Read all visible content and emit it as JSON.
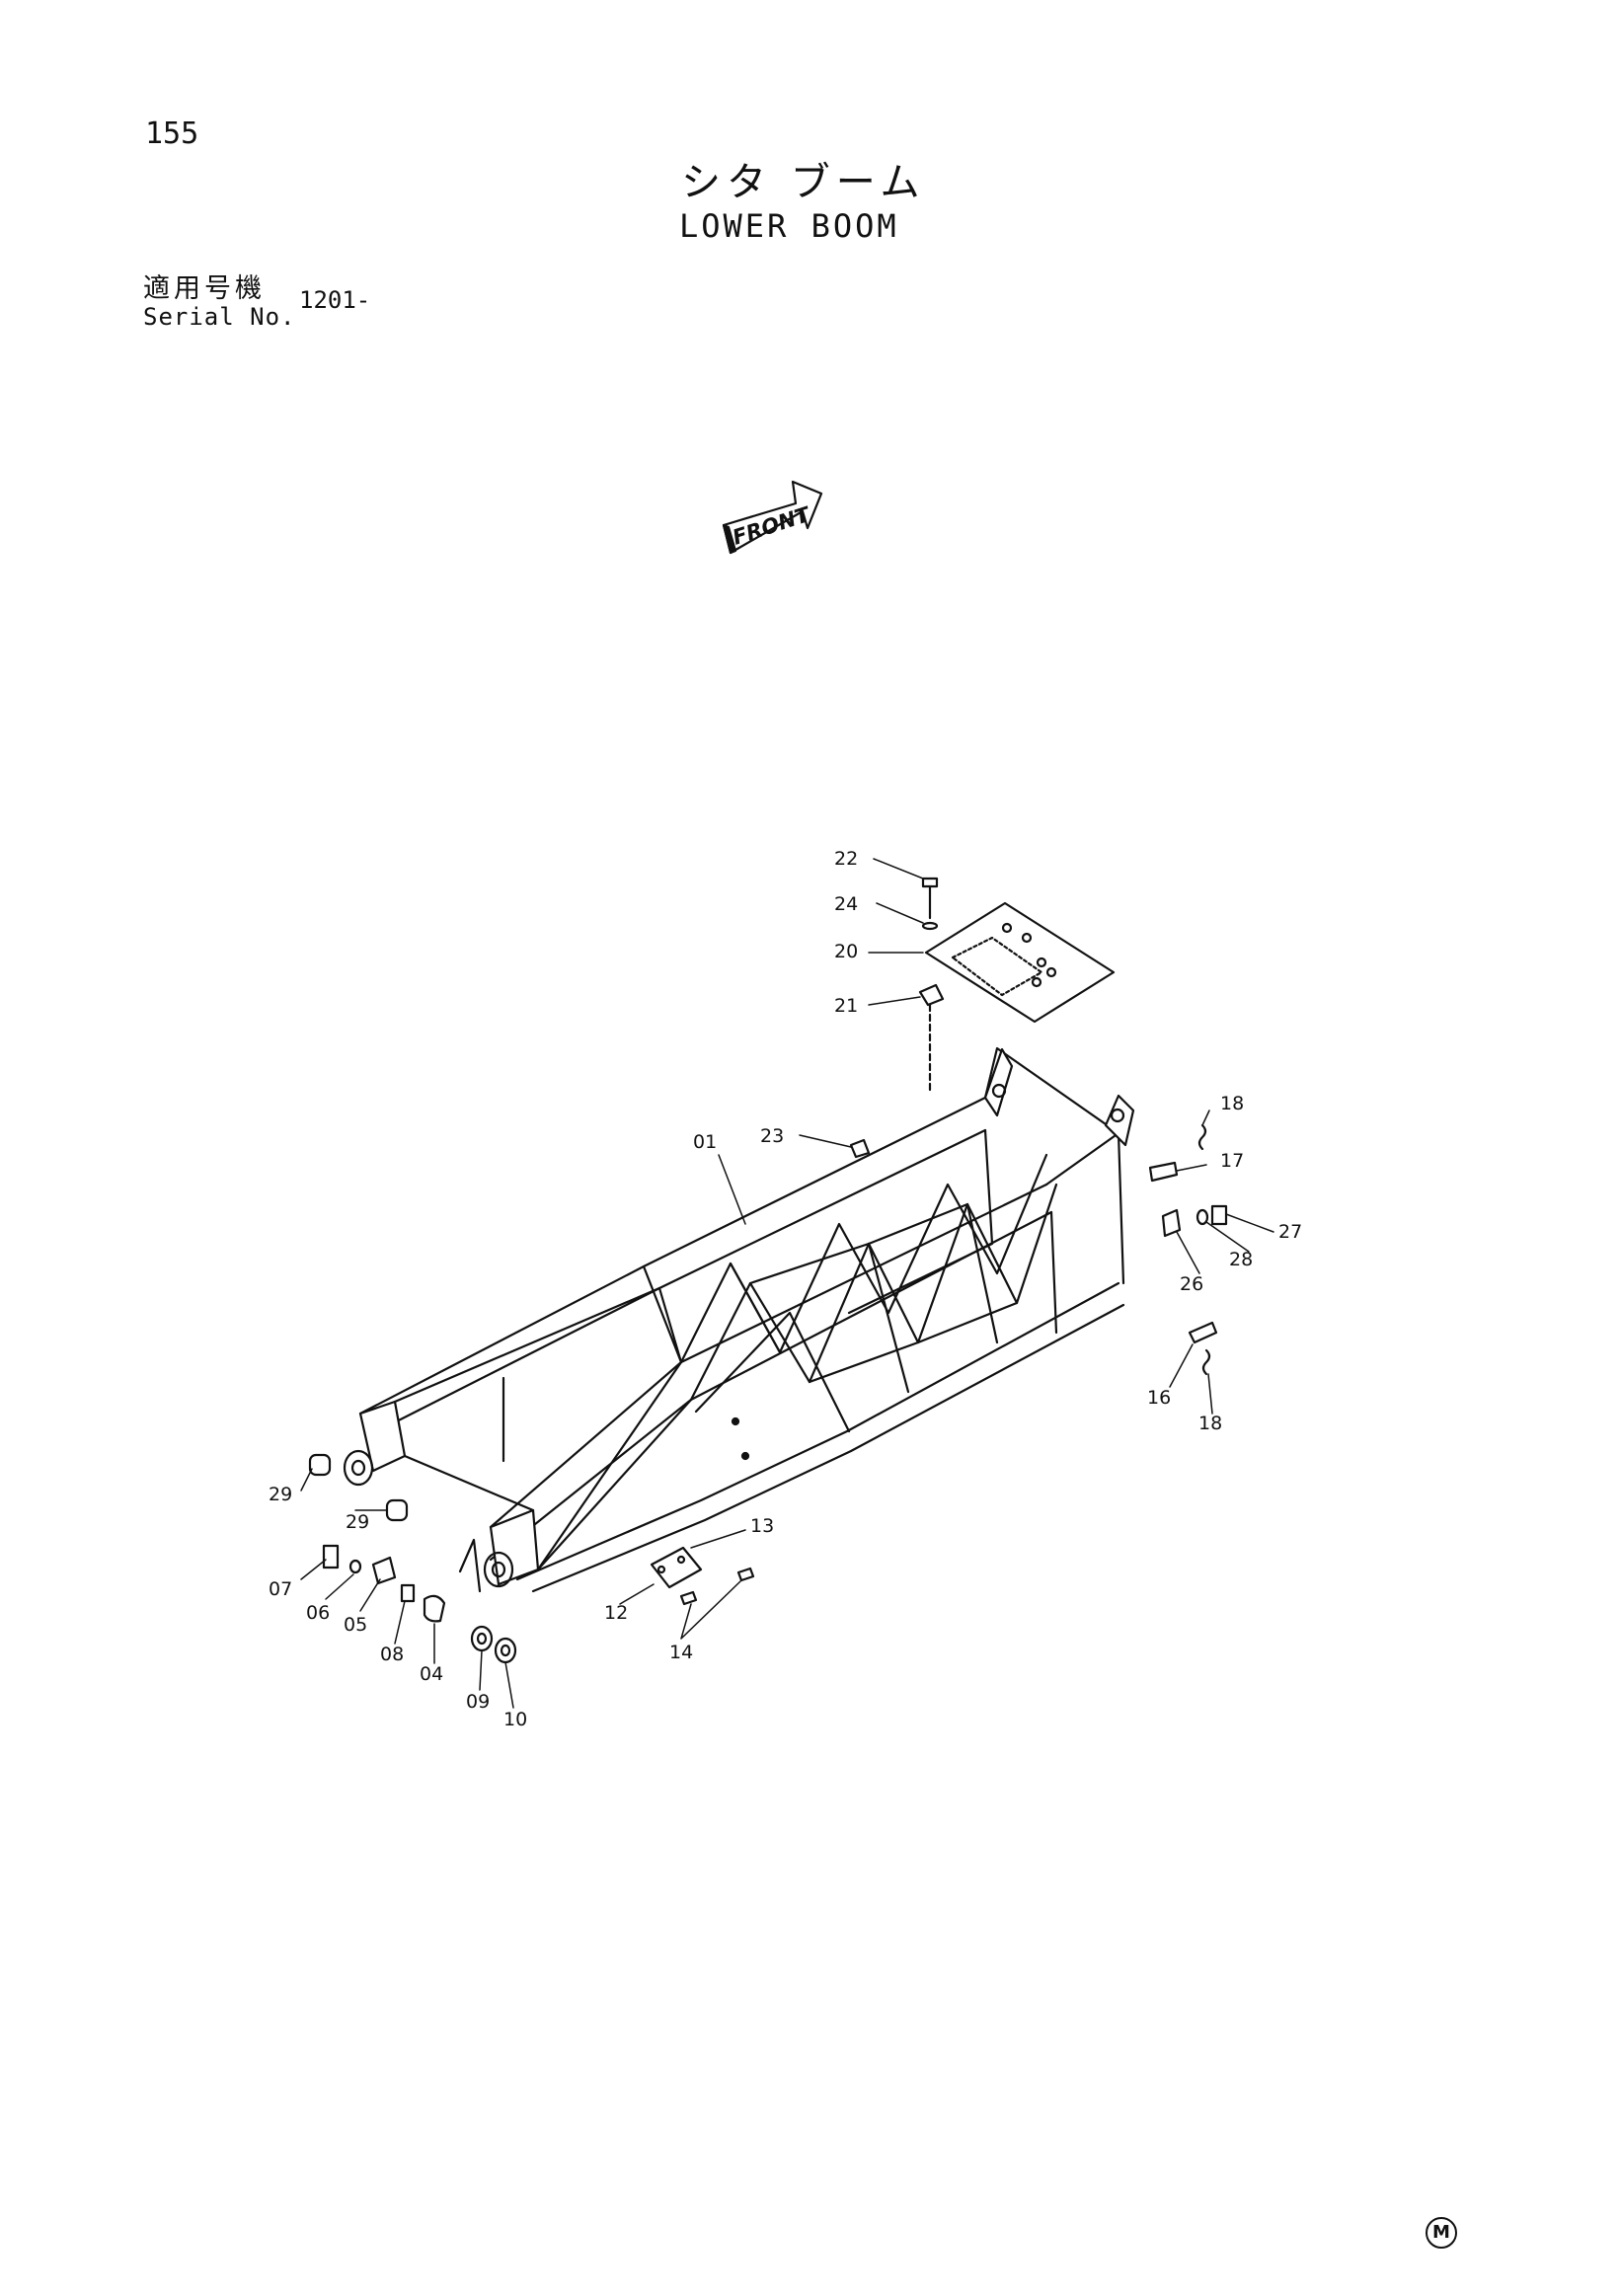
{
  "page": {
    "number": "155",
    "title_jp": "シタ ブーム",
    "title_en": "LOWER BOOM",
    "serial_label_jp": "適用号機",
    "serial_label_en": "Serial No.",
    "serial_value": "1201-",
    "footer_mark": "M"
  },
  "diagram": {
    "front_arrow_label": "FRONT",
    "callouts": [
      "22",
      "24",
      "20",
      "21",
      "23",
      "01",
      "18",
      "17",
      "27",
      "28",
      "26",
      "16",
      "18",
      "29",
      "29",
      "13",
      "07",
      "06",
      "05",
      "08",
      "04",
      "12",
      "14",
      "09",
      "10"
    ]
  }
}
